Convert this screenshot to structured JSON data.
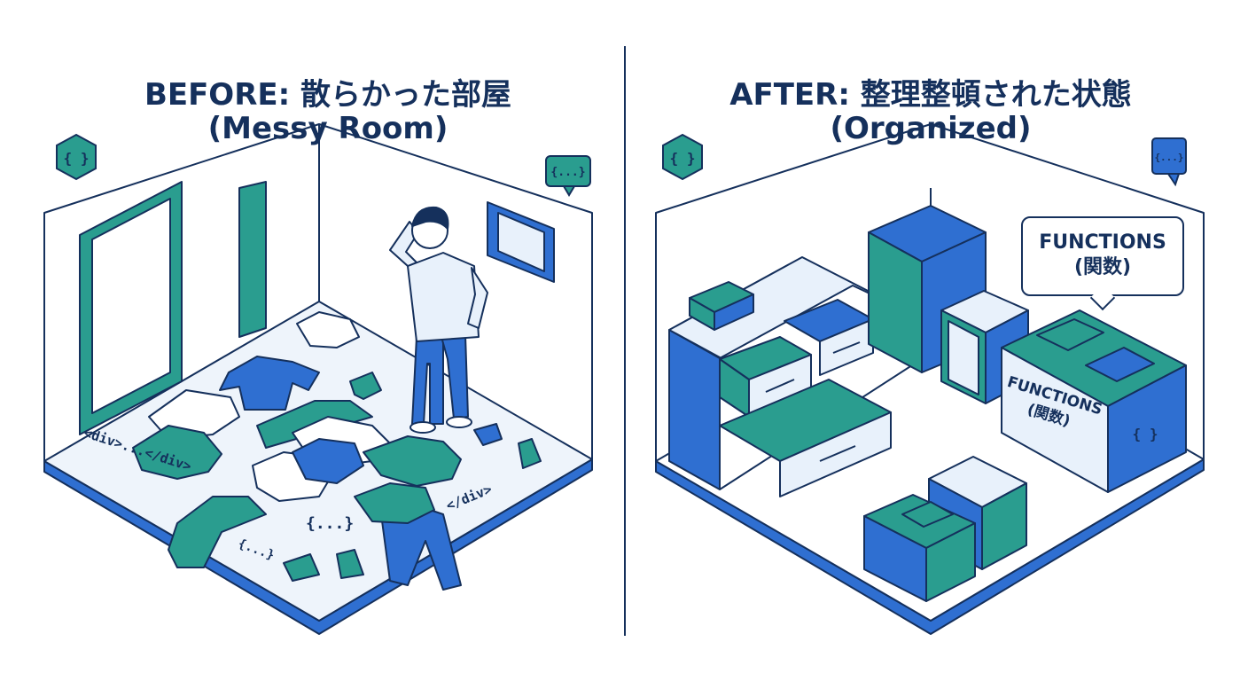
{
  "before": {
    "title_line1": "BEFORE: 散らかった部屋",
    "title_line2": "(Messy Room)",
    "hex_icon": "{ }",
    "chat_icon": "{...}",
    "code_labels": [
      "<div>...</div>",
      "</div>",
      "{...}",
      "{...}"
    ],
    "character_icon": "confused-person-icon"
  },
  "after": {
    "title_line1": "AFTER: 整理整頓された状態",
    "title_line2": "(Organized)",
    "hex_icon": "{ }",
    "chat_icon": "{...}",
    "bubble_line1": "FUNCTIONS",
    "bubble_line2": "(関数)",
    "box_label_line1": "FUNCTIONS",
    "box_label_line2": "(関数)",
    "box_icon": "{ }"
  },
  "colors": {
    "navy": "#15305c",
    "teal": "#2a9d8f",
    "blue": "#2f6fd1",
    "light": "#e8f1fb"
  }
}
